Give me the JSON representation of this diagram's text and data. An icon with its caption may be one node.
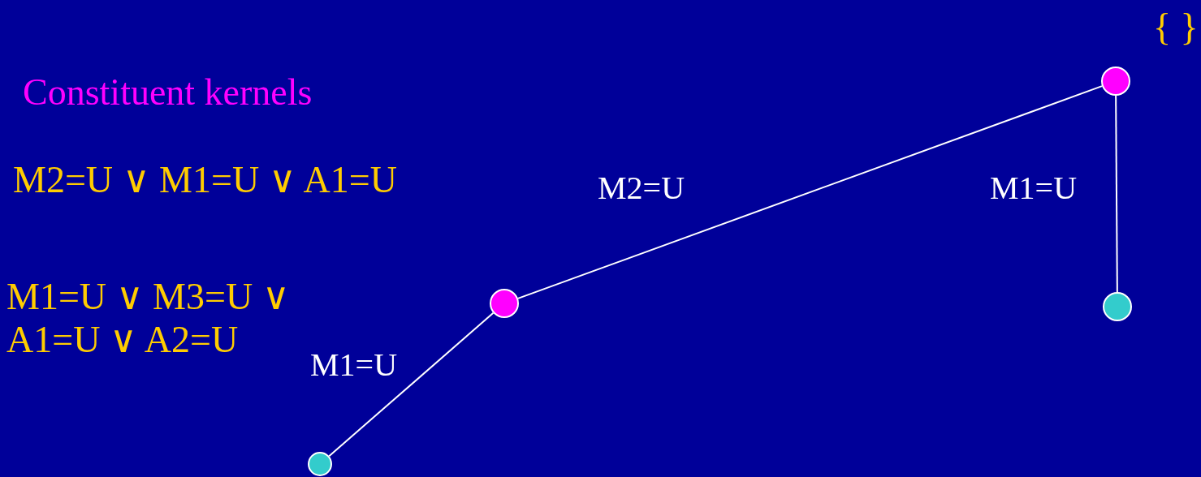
{
  "diagram": {
    "nodes": [
      {
        "text": [],
        "shape": "circle"
      },
      {
        "text": [],
        "shape": "circle"
      },
      {
        "text": [],
        "shape": "circle"
      },
      {
        "text": [],
        "shape": "circle"
      }
    ],
    "edges": [
      {
        "from": 0,
        "to": 1,
        "arrow": "none",
        "label": "M2=U"
      },
      {
        "from": 0,
        "to": 2,
        "arrow": "none",
        "label": "M1=U"
      },
      {
        "from": 1,
        "to": 3,
        "arrow": "none",
        "label": "M1=U"
      }
    ],
    "labels": [
      "{ }",
      "Constituent kernels",
      "M2=U ∨ M1=U ∨ A1=U",
      "M1=U ∨ M3=U ∨ A1=U ∨ A2=U"
    ]
  }
}
